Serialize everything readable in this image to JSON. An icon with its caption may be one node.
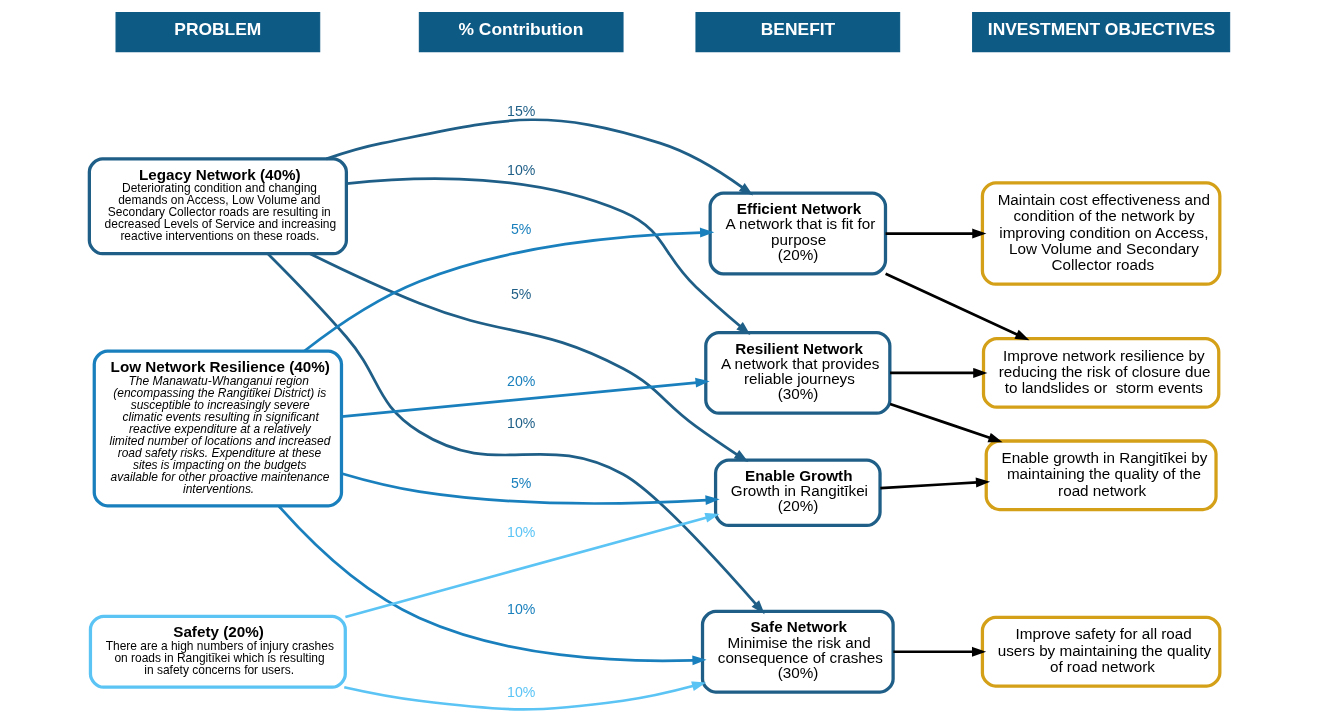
{
  "diagram": {
    "nodes": [
      {
        "text": [
          "Legacy Network (40%)",
          "Deteriorating condition and changing demands on Access, Low Volume and Secondary Collector roads are resulting in decreased Levels of Service and increasing reactive interventions on these roads."
        ]
      },
      {
        "text": [
          "Low Network Resilience (40%)",
          "The Manawatu-Whanganui region (encompassing the Rangitīkei District) is susceptible to increasingly severe climatic events resulting in significant reactive expenditure at a relatively limited number of locations and increased road safety risks. Expenditure at these sites is impacting on the budgets available for other proactive maintenance interventions."
        ]
      },
      {
        "text": [
          "Safety (20%)",
          "There are a high numbers of injury crashes on roads in Rangitīkei which is resulting in safety concerns for users."
        ]
      },
      {
        "text": [
          "Efficient Network",
          "A network that is fit for purpose",
          "(20%)"
        ]
      },
      {
        "text": [
          "Resilient Network",
          "A network that provides reliable journeys",
          "(30%)"
        ]
      },
      {
        "text": [
          "Safe Network",
          "Minimise the risk and consequence of crashes",
          "(30%)"
        ]
      },
      {
        "text": [
          "Enable Growth",
          "Growth in Rangitīkei",
          "(20%)"
        ]
      },
      {
        "text": [
          "Maintain cost effectiveness and condition of the network by improving condition on Access, Low Volume and Secondary Collector roads"
        ]
      },
      {
        "text": [
          "Improve network resilience by reducing the risk of closure due to landslides or  storm events"
        ]
      },
      {
        "text": [
          "Improve safety for all road users by maintaining the quality of road network"
        ]
      },
      {
        "text": [
          "Enable growth in Rangitīkei by maintaining the quality of the road network"
        ]
      }
    ],
    "edges": [
      {
        "from": 0,
        "to": 3,
        "arrow": "to",
        "label": "15%",
        "color": "#1f5f87"
      },
      {
        "from": 0,
        "to": 4,
        "arrow": "to",
        "label": "10%",
        "color": "#1f5f87"
      },
      {
        "from": 0,
        "to": 5,
        "arrow": "to",
        "label": "10%",
        "color": "#1f5f87"
      },
      {
        "from": 0,
        "to": 6,
        "arrow": "to",
        "label": "5%",
        "color": "#1f5f87"
      },
      {
        "from": 1,
        "to": 3,
        "arrow": "to",
        "label": "5%",
        "color": "#1a80bd"
      },
      {
        "from": 1,
        "to": 4,
        "arrow": "to",
        "label": "20%",
        "color": "#1a80bd"
      },
      {
        "from": 1,
        "to": 5,
        "arrow": "to",
        "label": "10%",
        "color": "#1a80bd"
      },
      {
        "from": 1,
        "to": 6,
        "arrow": "to",
        "label": "5%",
        "color": "#1a80bd"
      },
      {
        "from": 2,
        "to": 5,
        "arrow": "to",
        "label": "10%",
        "color": "#5bc4f5"
      },
      {
        "from": 2,
        "to": 6,
        "arrow": "to",
        "label": "10%",
        "color": "#5bc4f5"
      },
      {
        "from": 3,
        "to": 7,
        "arrow": "to"
      },
      {
        "from": 3,
        "to": 8,
        "arrow": "to"
      },
      {
        "from": 4,
        "to": 8,
        "arrow": "to"
      },
      {
        "from": 4,
        "to": 10,
        "arrow": "to"
      },
      {
        "from": 5,
        "to": 9,
        "arrow": "to"
      },
      {
        "from": 6,
        "to": 10,
        "arrow": "to"
      }
    ],
    "labels": [
      "PROBLEM",
      "% Contribution",
      "BENEFIT",
      "INVESTMENT OBJECTIVES"
    ]
  }
}
